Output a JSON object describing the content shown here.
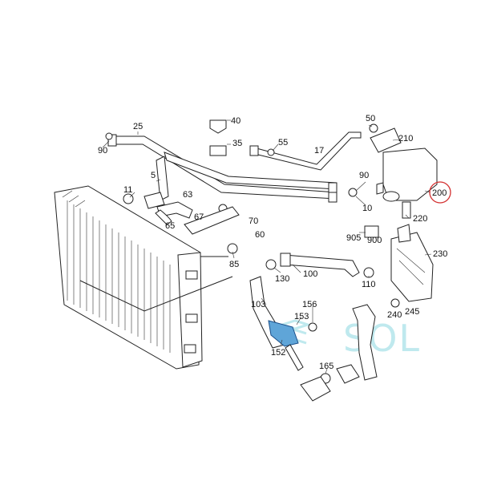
{
  "diagram": {
    "part_numbers": [
      "25",
      "90",
      "40",
      "35",
      "55",
      "17",
      "50",
      "210",
      "5",
      "11",
      "63",
      "65",
      "67",
      "70",
      "60",
      "90",
      "10",
      "200",
      "220",
      "905",
      "900",
      "230",
      "85",
      "130",
      "100",
      "110",
      "103",
      "156",
      "153",
      "240",
      "245",
      "152",
      "165"
    ],
    "highlighted_part": "200",
    "highlight_color": "#d32f2f",
    "watermark": "SOL",
    "watermark_color": "#bfe9ee",
    "icons": [
      "radiator-icon",
      "hose-icon",
      "clamp-icon",
      "expansion-tank-icon",
      "cap-icon",
      "bracket-icon",
      "watermark-logo-icon"
    ]
  }
}
